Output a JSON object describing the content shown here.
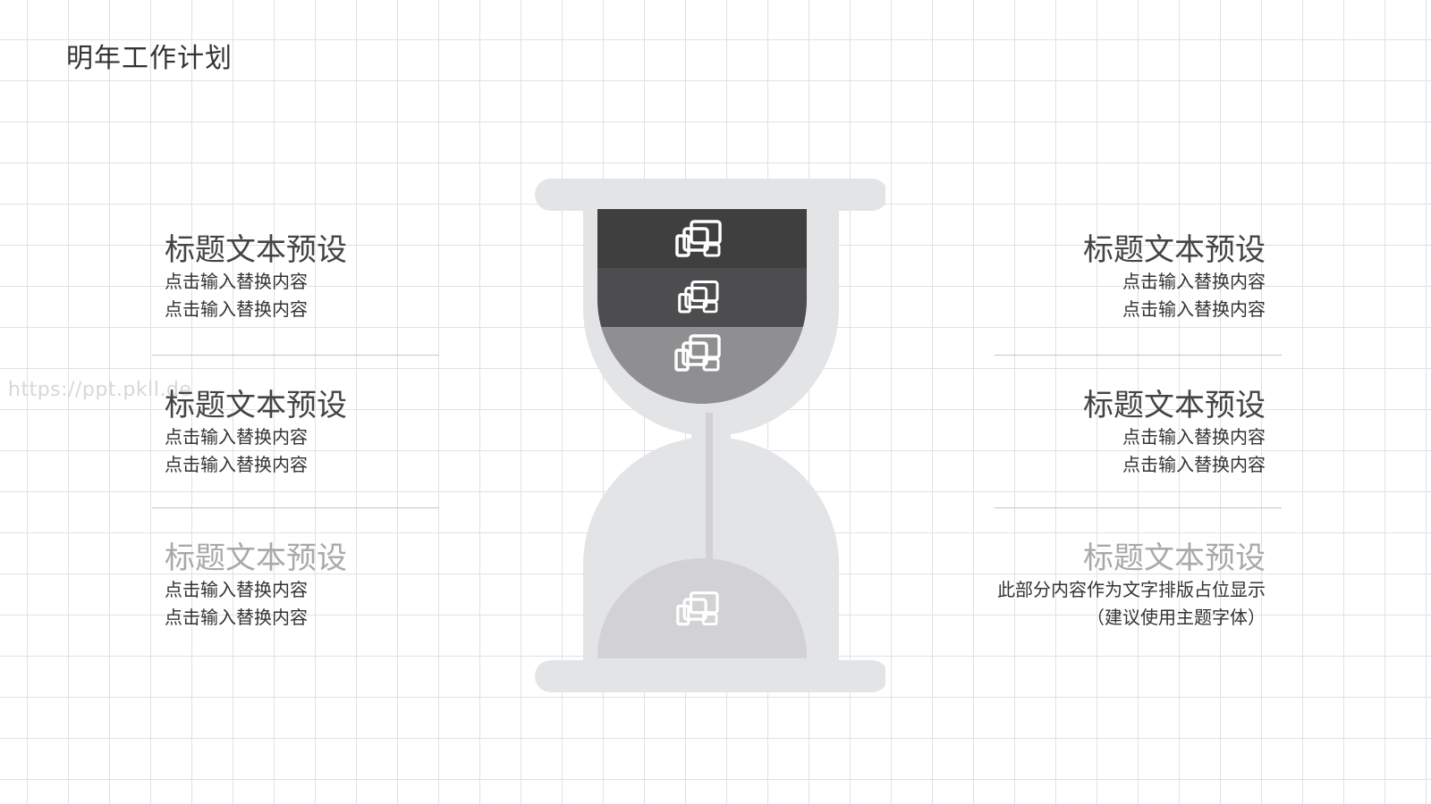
{
  "page": {
    "title": "明年工作计划"
  },
  "watermark": "https://ppt.pkll.de",
  "left_blocks": [
    {
      "heading": "标题文本预设",
      "lines": [
        "点击输入替换内容",
        "点击输入替换内容"
      ]
    },
    {
      "heading": "标题文本预设",
      "lines": [
        "点击输入替换内容",
        "点击输入替换内容"
      ]
    },
    {
      "heading": "标题文本预设",
      "lines": [
        "点击输入替换内容",
        "点击输入替换内容"
      ]
    }
  ],
  "right_blocks": [
    {
      "heading": "标题文本预设",
      "lines": [
        "点击输入替换内容",
        "点击输入替换内容"
      ]
    },
    {
      "heading": "标题文本预设",
      "lines": [
        "点击输入替换内容",
        "点击输入替换内容"
      ]
    },
    {
      "heading": "标题文本预设",
      "lines": [
        "此部分内容作为文字排版占位显示",
        "（建议使用主题字体）"
      ]
    }
  ],
  "colors": {
    "frame": "#e3e4e6",
    "sand_band_1": "#3f3f3f",
    "sand_band_2": "#4d4d4f",
    "sand_band_3": "#8f8f91",
    "sand_bottom": "#d2d2d4",
    "icon": "#ffffff"
  },
  "icons": [
    "devices-icon",
    "devices-icon",
    "devices-icon",
    "devices-icon"
  ]
}
